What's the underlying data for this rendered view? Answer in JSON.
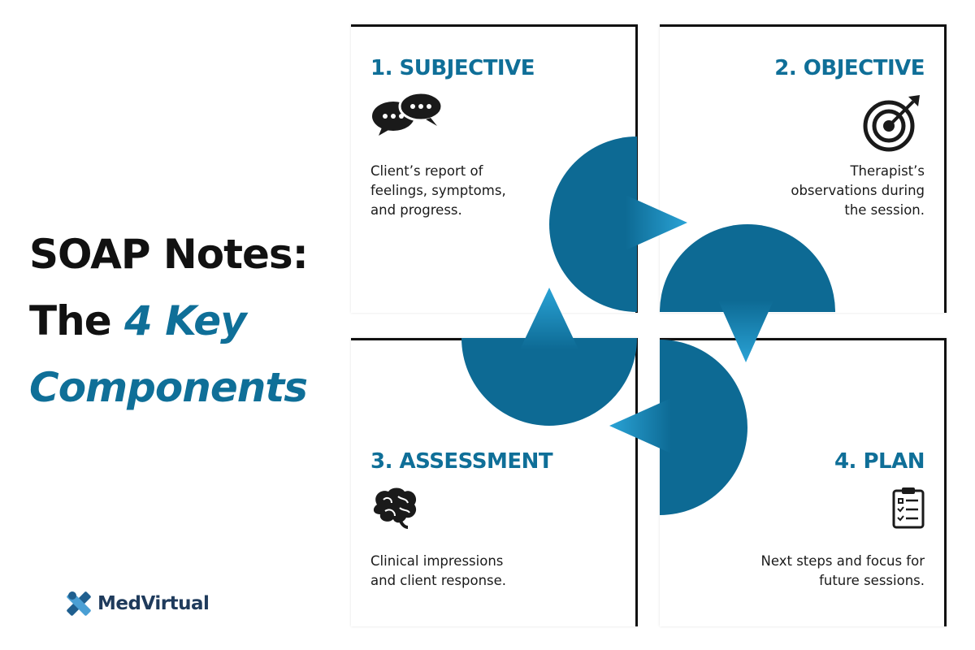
{
  "title": {
    "line1": "SOAP Notes:",
    "line2_prefix": "The ",
    "line2_accent": "4 Key",
    "line3": "Components"
  },
  "brand": {
    "name": "MedVirtual",
    "icon": "medvirtual-logo-icon"
  },
  "cards": [
    {
      "heading": "1. SUBJECTIVE",
      "desc1": "Client’s report of",
      "desc2": "feelings, symptoms,",
      "desc3": "and progress.",
      "icon": "speech-bubbles-icon"
    },
    {
      "heading": "2. OBJECTIVE",
      "desc1": "Therapist’s",
      "desc2": "observations during",
      "desc3": "the session.",
      "icon": "target-icon"
    },
    {
      "heading": "3. ASSESSMENT",
      "desc1": "Clinical impressions",
      "desc2": "and client response.",
      "icon": "brain-icon"
    },
    {
      "heading": "4. PLAN",
      "desc1": "Next steps and focus for",
      "desc2": "future sessions.",
      "icon": "clipboard-checklist-icon"
    }
  ],
  "colors": {
    "accent": "#0f6f98",
    "text": "#111111",
    "brand": "#1f3b5c",
    "logo_light": "#4a9fd4"
  }
}
